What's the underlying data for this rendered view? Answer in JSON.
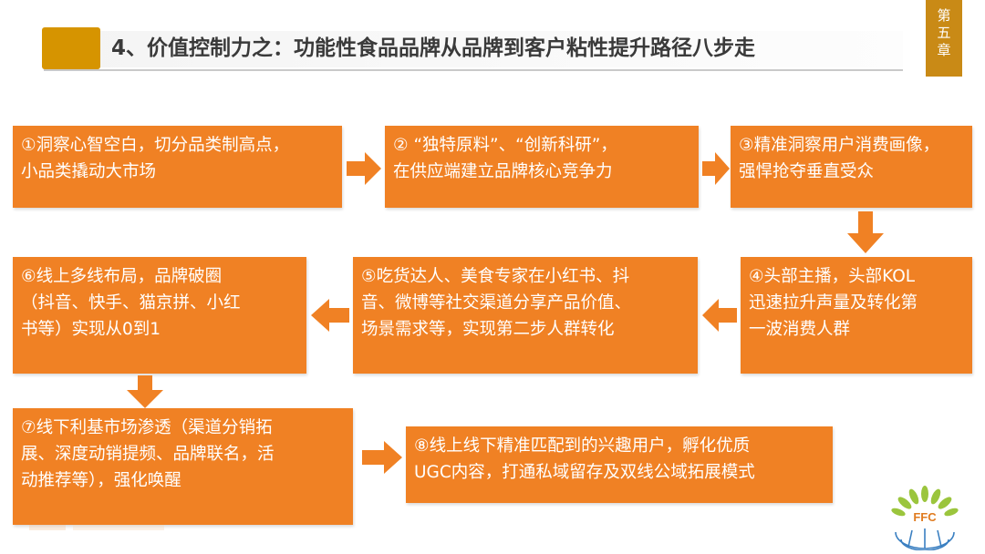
{
  "header": {
    "title": "4、价值控制力之：功能性食品品牌从品牌到客户粘性提升路径八步走",
    "chapter_tab": "第五章"
  },
  "steps": {
    "s1": {
      "line1": "①洞察心智空白，切分品类制高点，",
      "line2": "小品类撬动大市场"
    },
    "s2": {
      "line1": "② “独特原料”、“创新科研”，",
      "line2": "在供应端建立品牌核心竞争力"
    },
    "s3": {
      "line1": "③精准洞察用户消费画像，",
      "line2": "强悍抢夺垂直受众"
    },
    "s4": {
      "line1": "④头部主播，头部KOL",
      "line2": "迅速拉升声量及转化第",
      "line3": "一波消费人群"
    },
    "s5": {
      "line1": "⑤吃货达人、美食专家在小红书、抖",
      "line2": "音、微博等社交渠道分享产品价值、",
      "line3": "场景需求等，实现第二步人群转化"
    },
    "s6": {
      "line1": "⑥线上多线布局，品牌破圈",
      "line2": "（抖音、快手、猫京拼、小红",
      "line3": "书等）实现从0到1"
    },
    "s7": {
      "line1": "⑦线下利基市场渗透（渠道分销拓",
      "line2": "展、深度动销提频、品牌联名，活",
      "line3": "动推荐等），强化唤醒"
    },
    "s8": {
      "line1": "⑧线上线下精准匹配到的兴趣用户，孵化优质",
      "line2": "UGC内容，打通私域留存及双线公域拓展模式"
    }
  },
  "logo": {
    "text": "FFC"
  },
  "colors": {
    "box": "#f08124",
    "title_block": "#d69400",
    "chapter_tab": "#c98a16"
  }
}
